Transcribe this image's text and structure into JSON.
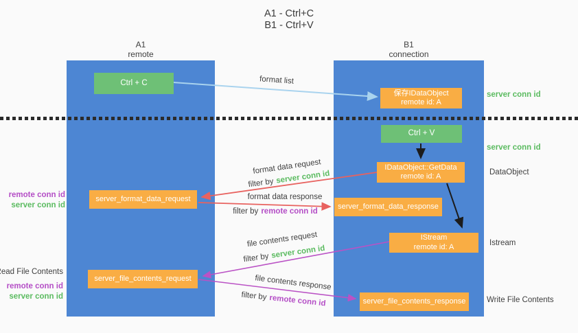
{
  "title": {
    "line1": "A1 - Ctrl+C",
    "line2": "B1 - Ctrl+V"
  },
  "lanes": {
    "left": {
      "name": "A1",
      "subtitle": "remote"
    },
    "right": {
      "name": "B1",
      "subtitle": "connection"
    }
  },
  "nodes": {
    "ctrl_c": {
      "label": "Ctrl + C"
    },
    "save_dataobject": {
      "line1": "保存IDataObject",
      "line2": "remote id: A"
    },
    "ctrl_v": {
      "label": "Ctrl + V"
    },
    "getdata": {
      "line1": "IDataObject::GetData",
      "line2": "remote id: A"
    },
    "format_request": {
      "label": "server_format_data_request"
    },
    "format_response": {
      "label": "server_format_data_response"
    },
    "istream": {
      "line1": "IStream",
      "line2": "remote id: A"
    },
    "file_request": {
      "label": "server_file_contents_request"
    },
    "file_response": {
      "label": "server_file_contents_response"
    }
  },
  "edges": {
    "format_list": {
      "label": "format list"
    },
    "format_request": {
      "label": "format data request",
      "filter_prefix": "filter by",
      "filter_value": "server conn id"
    },
    "format_response": {
      "label": "format data response",
      "filter_prefix": "filter by",
      "filter_value": "remote conn id"
    },
    "file_request": {
      "label": "file contents request",
      "filter_prefix": "filter by",
      "filter_value": "server conn id"
    },
    "file_response": {
      "label": "file contents response",
      "filter_prefix": "filter by",
      "filter_value": "remote conn id"
    }
  },
  "side_labels": {
    "right_server_conn_id_top": "server conn id",
    "right_server_conn_id_mid": "server conn id",
    "right_dataobject": "DataObject",
    "right_istream": "Istream",
    "right_write_file_contents": "Write File Contents",
    "left_remote_conn_id_top": "remote conn id",
    "left_server_conn_id_top": "server conn id",
    "left_read_file_contents": "Read File Contents",
    "left_remote_conn_id_bottom": "remote conn id",
    "left_server_conn_id_bottom": "server conn id"
  },
  "colors": {
    "background": "#fafafa",
    "lane_blue": "#4d86d3",
    "box_green": "#6ec076",
    "box_orange": "#f9ad44",
    "arrow_blue": "#a9d3ee",
    "arrow_red": "#e8625f",
    "arrow_magenta": "#ba52c5",
    "arrow_black": "#1c1c1c",
    "text_green": "#5bbb60",
    "text_purple": "#b44ec6",
    "text_dark": "#3f3f3f",
    "dotted_line": "#2b2b2b"
  }
}
